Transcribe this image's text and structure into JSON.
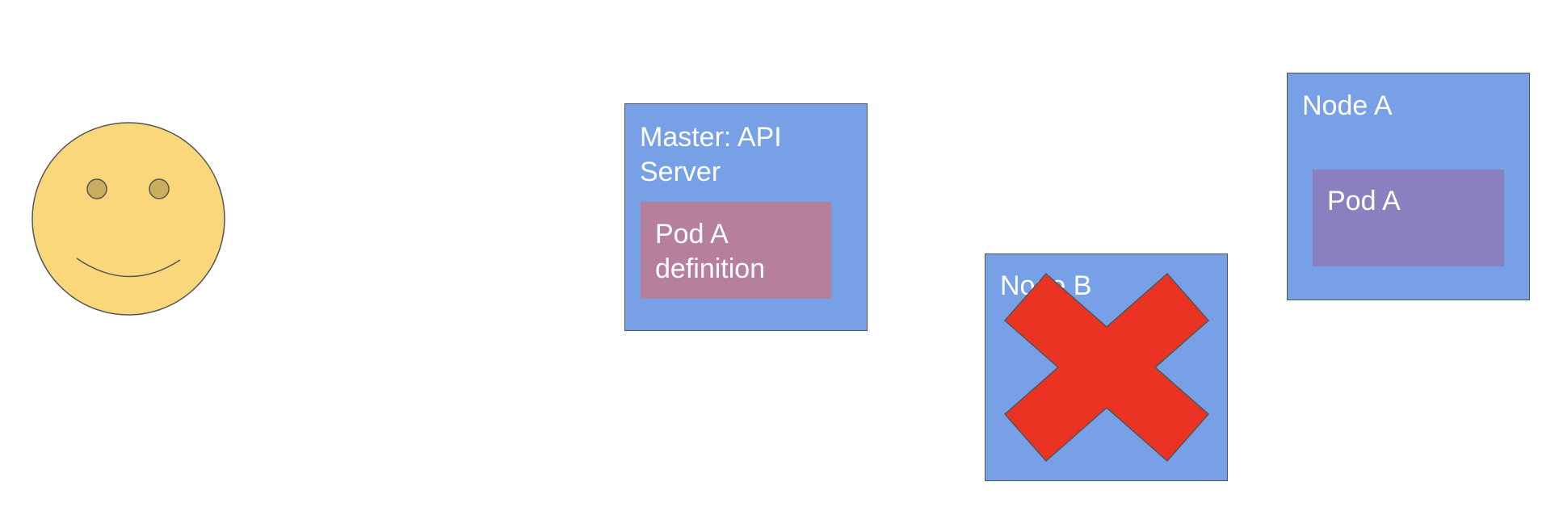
{
  "diagram": {
    "master": {
      "label": "Master: API\nServer",
      "pod_definition": {
        "label": "Pod A\ndefinition"
      }
    },
    "node_b": {
      "label": "Node B",
      "status_icon": "x-mark-icon"
    },
    "node_a": {
      "label": "Node A",
      "pod": {
        "label": "Pod A"
      }
    },
    "user": {
      "icon": "smiley-face-icon"
    }
  },
  "colors": {
    "node_fill": "#77a0e6",
    "pod_definition_fill": "#b67f9e",
    "pod_fill": "#8a80c0",
    "face_fill": "#f9d77a",
    "eye_fill": "#c9ae5f",
    "x_fill": "#ea3323",
    "outline": "#555555"
  }
}
